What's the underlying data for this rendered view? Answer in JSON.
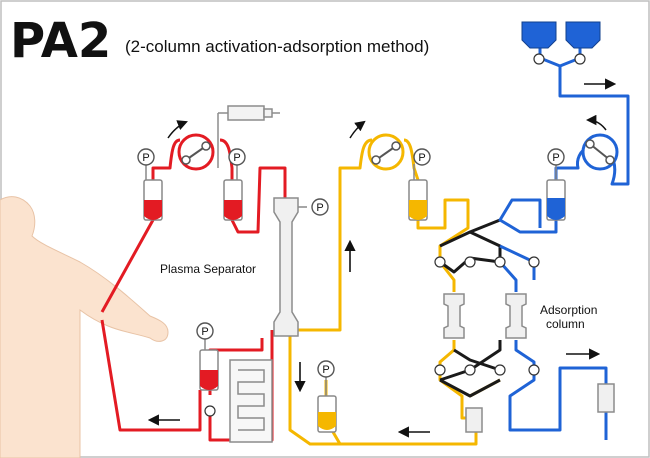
{
  "title": "PA2",
  "subtitle": "(2-column activation-adsorption method)",
  "labels": {
    "plasma_separator": "Plasma Separator",
    "adsorption_line1": "Adsorption",
    "adsorption_line2": "column",
    "pressure": "P"
  },
  "colors": {
    "blood": "#e31b23",
    "plasma": "#f5b700",
    "buffer": "#1f63d6",
    "tubing_dark": "#1a1a1a",
    "device_outline": "#8c8c8c",
    "skin": "#fbe3cf",
    "frame": "#bfbfbf"
  }
}
